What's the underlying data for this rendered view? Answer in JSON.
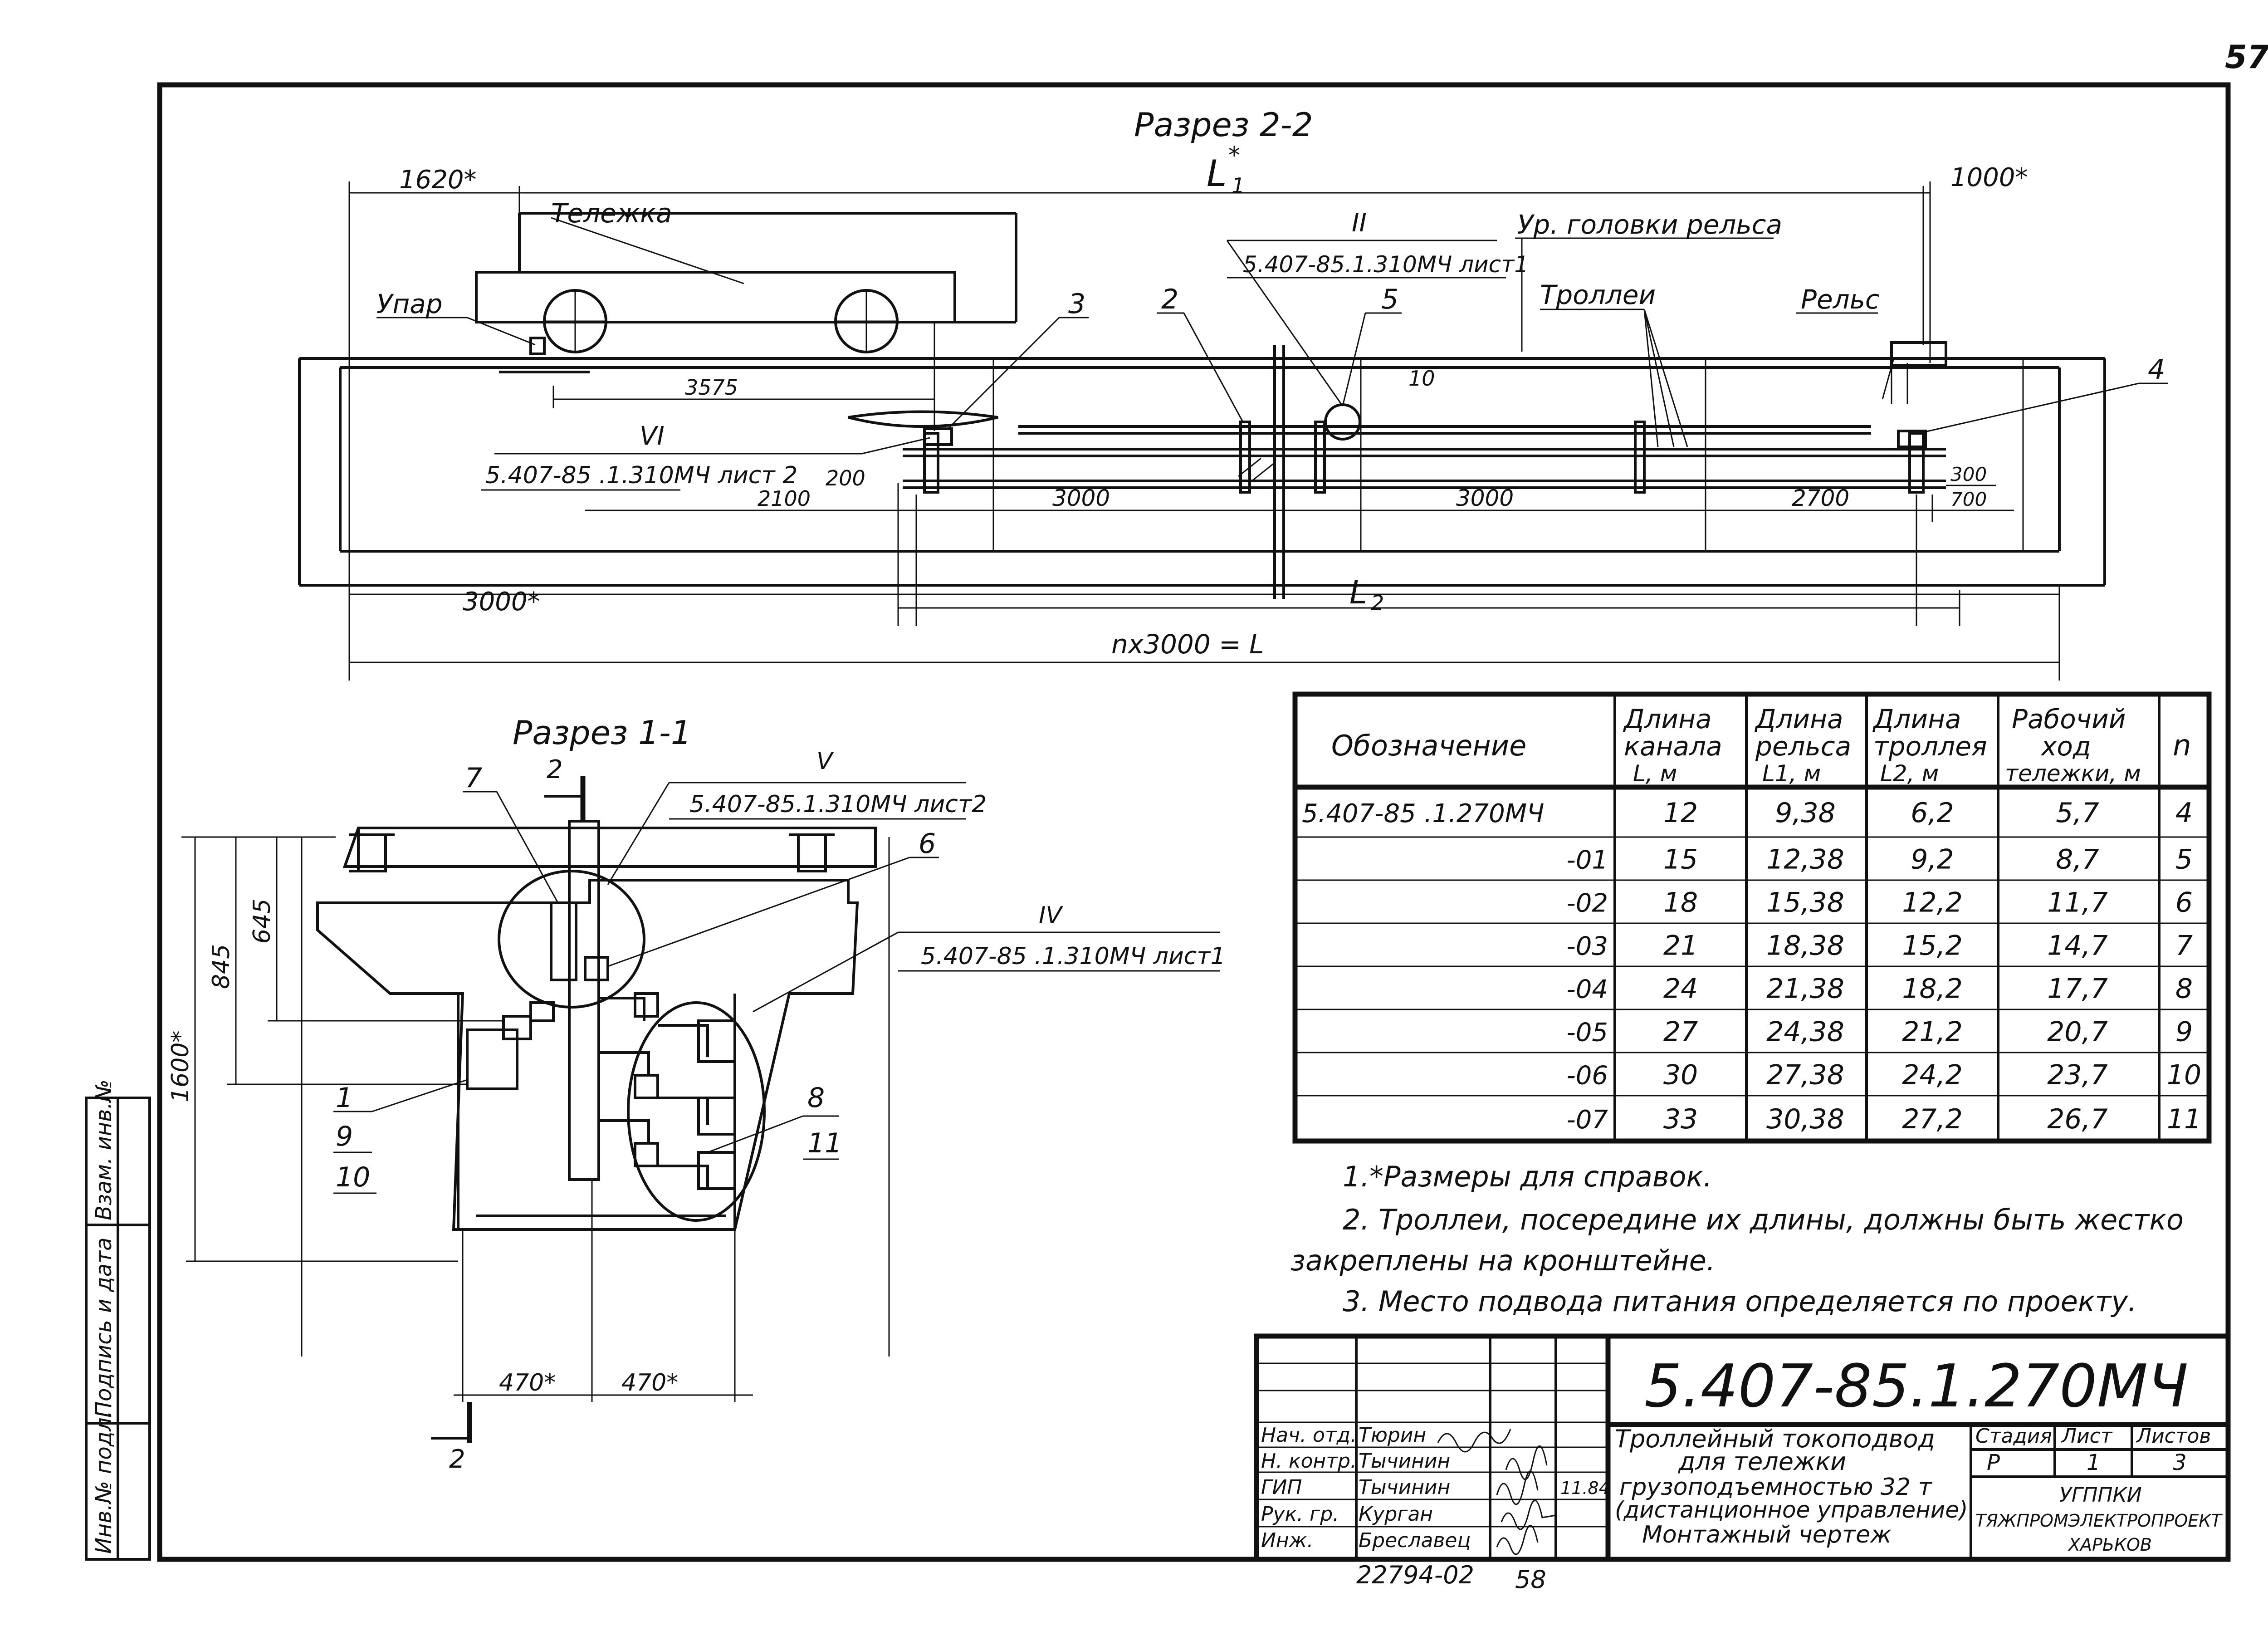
{
  "page_number": "57",
  "section_2": {
    "title": "Разрез 2-2",
    "dims": {
      "left_top": "1620*",
      "L1": "L",
      "L1_mark": "*",
      "L1_sub": "1",
      "right_top": "1000*",
      "d3575": "3575",
      "d10": "10",
      "d200": "200",
      "d2100": "2100",
      "d3000a": "3000",
      "d3000b": "3000",
      "d2700": "2700",
      "d300": "300",
      "d700": "700",
      "d3000star": "3000*",
      "L2": "L",
      "L2_sub": "2",
      "n3000": "nx3000 = L"
    },
    "labels": {
      "trolley": "Тележка",
      "stop": "Упар",
      "rail_head_level": "Ур. головки рельса",
      "trolleys": "Троллеи",
      "rail": "Рельс",
      "callout_3": "3",
      "callout_2": "2",
      "callout_5": "5",
      "callout_4": "4",
      "node_II": "II",
      "node_II_ref": "5.407-85.1.310МЧ лист1",
      "node_VI": "VI",
      "node_VI_ref": "5.407-85 .1.310МЧ лист 2"
    }
  },
  "section_1": {
    "title": "Разрез 1-1",
    "dims": {
      "d845": "845",
      "d645": "645",
      "d1600": "1600*",
      "d470a": "470*",
      "d470b": "470*"
    },
    "labels": {
      "callout_7": "7",
      "cut_2_top": "2",
      "cut_2_bottom": "2",
      "node_V": "V",
      "node_V_ref": "5.407-85.1.310МЧ лист2",
      "callout_6": "6",
      "node_IV": "IV",
      "node_IV_ref": "5.407-85 .1.310МЧ лист1",
      "callout_1": "1",
      "callout_9": "9",
      "callout_10": "10",
      "callout_8": "8",
      "callout_11": "11"
    }
  },
  "table": {
    "headers": {
      "designation": "Обозначение",
      "channel": [
        "Длина",
        "канала",
        "L, м"
      ],
      "rail": [
        "Длина",
        "рельса",
        "L1, м"
      ],
      "trolley": [
        "Длина",
        "троллея",
        "L2, м"
      ],
      "travel": [
        "Рабочий",
        "ход",
        "тележки, м"
      ],
      "n": "n"
    },
    "rows": [
      {
        "designation": "5.407-85 .1.270МЧ",
        "channel": "12",
        "rail": "9,38",
        "trolley": "6,2",
        "travel": "5,7",
        "n": "4"
      },
      {
        "designation": "-01",
        "channel": "15",
        "rail": "12,38",
        "trolley": "9,2",
        "travel": "8,7",
        "n": "5"
      },
      {
        "designation": "-02",
        "channel": "18",
        "rail": "15,38",
        "trolley": "12,2",
        "travel": "11,7",
        "n": "6"
      },
      {
        "designation": "-03",
        "channel": "21",
        "rail": "18,38",
        "trolley": "15,2",
        "travel": "14,7",
        "n": "7"
      },
      {
        "designation": "-04",
        "channel": "24",
        "rail": "21,38",
        "trolley": "18,2",
        "travel": "17,7",
        "n": "8"
      },
      {
        "designation": "-05",
        "channel": "27",
        "rail": "24,38",
        "trolley": "21,2",
        "travel": "20,7",
        "n": "9"
      },
      {
        "designation": "-06",
        "channel": "30",
        "rail": "27,38",
        "trolley": "24,2",
        "travel": "23,7",
        "n": "10"
      },
      {
        "designation": "-07",
        "channel": "33",
        "rail": "30,38",
        "trolley": "27,2",
        "travel": "26,7",
        "n": "11"
      }
    ]
  },
  "notes": [
    "1.*Размеры для справок.",
    "2. Троллеи, посередине их длины, должны быть жестко",
    "закреплены на кронштейне.",
    "3. Место подвода питания определяется по проекту."
  ],
  "title_block": {
    "code": "5.407-85.1.270МЧ",
    "title_lines": [
      "Троллейный токоподвод",
      "для тележки",
      "грузоподъемностью 32 т",
      "(дистанционное управление).",
      "Монтажный чертеж"
    ],
    "stage_header": "Стадия",
    "sheet_header": "Лист",
    "sheets_header": "Листов",
    "stage": "Р",
    "sheet": "1",
    "sheets": "3",
    "org": [
      "УГППКИ",
      "ТЯЖПРОМЭЛЕКТРОПРОЕКТ",
      "ХАРЬКОВ"
    ],
    "roles": [
      {
        "role": "Нач. отд.",
        "name": "Тюрин"
      },
      {
        "role": "Н. контр.",
        "name": "Тычинин"
      },
      {
        "role": "ГИП",
        "name": "Тычинин"
      },
      {
        "role": "Рук. гр.",
        "name": "Курган"
      },
      {
        "role": "Инж.",
        "name": "Бреславец"
      }
    ],
    "sign_date": "11.84",
    "inventory_number": "22794-02",
    "sheet_seq": "58"
  },
  "side_stamp": {
    "inv_orig": "Инв.№ подл.",
    "sign_date": "Подпись и дата",
    "replace_inv": "Взам. инв.№"
  }
}
